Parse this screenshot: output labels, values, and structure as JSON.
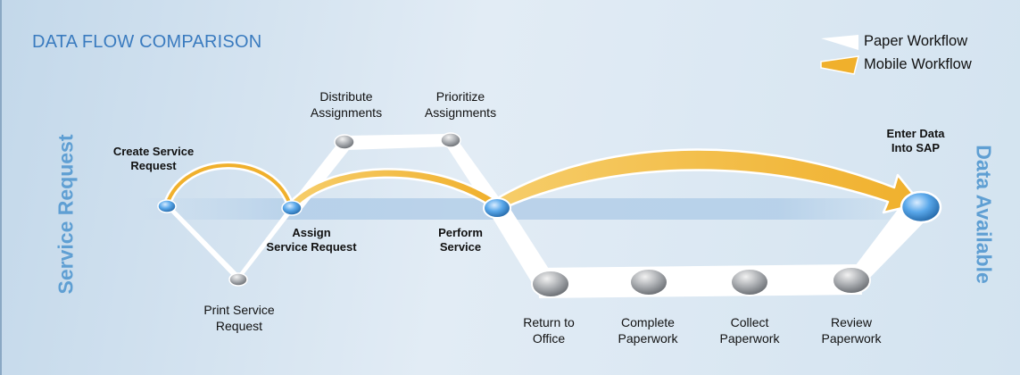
{
  "title": "DATA FLOW COMPARISON",
  "side_left": "Service Request",
  "side_right": "Data Available",
  "legend": {
    "paper": "Paper Workflow",
    "mobile": "Mobile Workflow"
  },
  "colors": {
    "title": "#3a7bbf",
    "side_label": "#5f9fd3",
    "mobile_arrow": "#f3b93a",
    "paper_path": "#ffffff",
    "node_blue": "#2e7fcf",
    "node_gray": "#8c8f94"
  },
  "nodes": {
    "create": "Create Service\nRequest",
    "print": "Print Service\nRequest",
    "assign": "Assign\nService Request",
    "distribute": "Distribute\nAssignments",
    "prioritize": "Prioritize\nAssignments",
    "perform": "Perform\nService",
    "return": "Return to\nOffice",
    "complete": "Complete\nPaperwork",
    "collect": "Collect\nPaperwork",
    "review": "Review\nPaperwork",
    "enter": "Enter Data\nInto SAP"
  }
}
